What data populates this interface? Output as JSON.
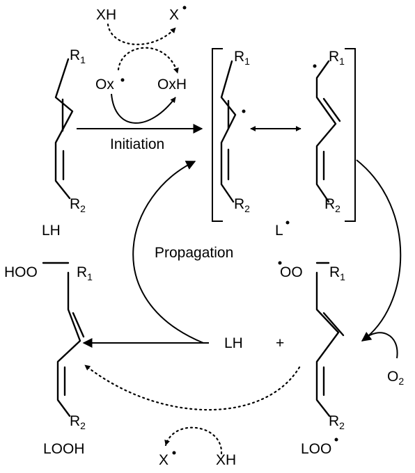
{
  "species": {
    "xh": "XH",
    "x": "X",
    "ox": "Ox",
    "oxh": "OxH",
    "lh": "LH",
    "l": "L",
    "looh": "LOOH",
    "loo": "LOO",
    "o2": "O",
    "o2_sub": "2",
    "hoo": "HOO",
    "oo": "OO",
    "r": "R",
    "r1_sub": "1",
    "r2_sub": "2",
    "plus": "+"
  },
  "steps": {
    "initiation": "Initiation",
    "propagation": "Propagation"
  }
}
